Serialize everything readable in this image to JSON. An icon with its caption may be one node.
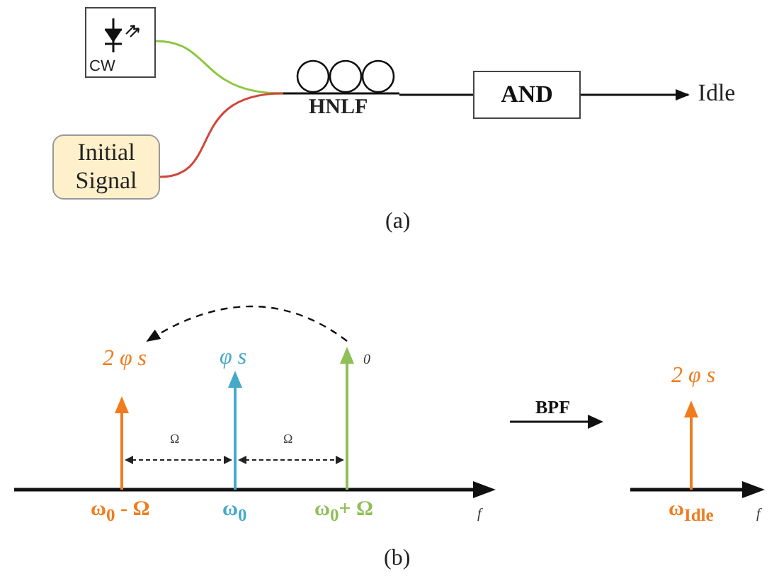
{
  "diagram": {
    "nodes": [
      {
        "text": [
          "CW"
        ]
      },
      {
        "text": [
          "Initial Signal"
        ]
      },
      {
        "text": [
          "HNLF"
        ]
      },
      {
        "text": [
          "AND"
        ]
      },
      {
        "text": [
          "Idle"
        ]
      },
      {
        "text": [
          "2 φ s"
        ]
      },
      {
        "text": [
          "0"
        ]
      }
    ],
    "edges": [
      {
        "from": 0,
        "to": 2,
        "arrow": "none",
        "color": "#8cc63f"
      },
      {
        "from": 1,
        "to": 2,
        "arrow": "none",
        "color": "#d0463c"
      },
      {
        "from": 2,
        "to": 3,
        "arrow": "none"
      },
      {
        "from": 3,
        "to": 4,
        "arrow": "to"
      },
      {
        "from": 6,
        "to": 5,
        "arrow": "to",
        "style": "dashed"
      }
    ],
    "labels": [
      "(a)",
      "φ s",
      "Ω",
      "Ω",
      "ω$_{0}$ - Ω",
      "ω$_{0}$",
      "ω$_{0}$+ Ω",
      "f",
      "BPF",
      "2 φ s",
      "ω$_{Idle}$",
      "f",
      "(b)"
    ]
  }
}
